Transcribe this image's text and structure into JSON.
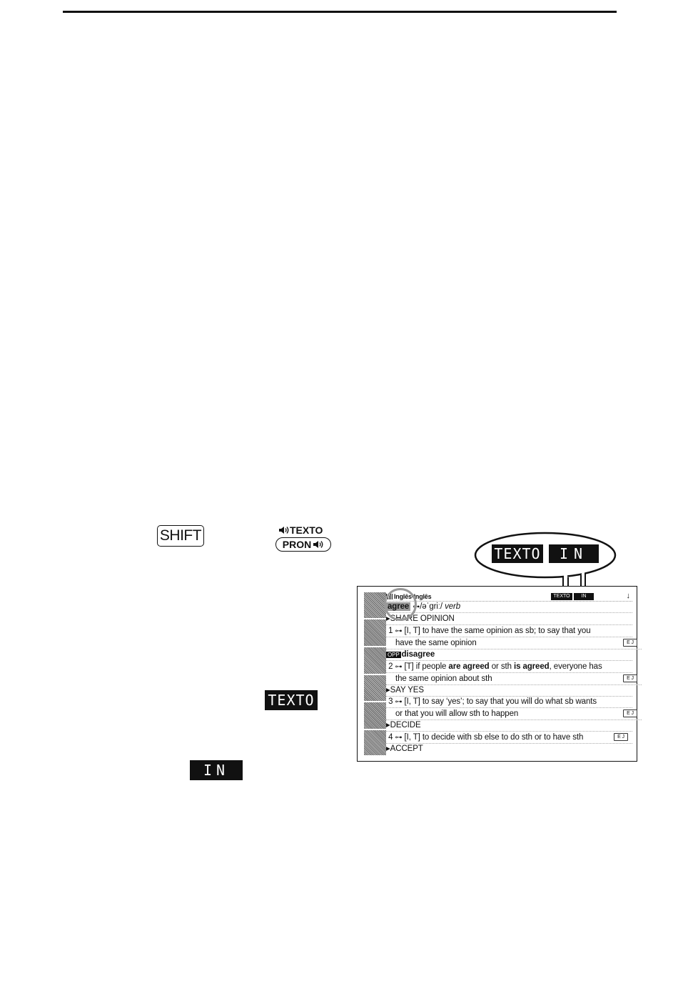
{
  "keys": {
    "shift": "SHIFT",
    "texto_top": "TEXTO",
    "pron": "PRON"
  },
  "badges": {
    "texto": "TEXTO",
    "in": "IN"
  },
  "callout": {
    "texto": "TEXTO",
    "in": "IN"
  },
  "screen": {
    "header": {
      "title": "Inglês-Inglês",
      "texto_mini": "TEXTO",
      "in_mini": "IN",
      "arrow": "↓"
    },
    "headword": "agree",
    "pronunciation": "/əˈgriː/",
    "pos": "verb",
    "lines": {
      "sense_share": "▸SHARE OPINION",
      "def1_num": "1",
      "def1_a": "[I, T] to have the same opinion as sb; to say that you",
      "def1_b": "have the same opinion",
      "opp_label": "OPP",
      "opp_word": "disagree",
      "def2_num": "2",
      "def2_a1": "[T] if people ",
      "def2_bold1": "are agreed",
      "def2_a2": " or sth ",
      "def2_bold2": "is agreed",
      "def2_a3": ", everyone has",
      "def2_b": "the same opinion about sth",
      "sense_yes": "▸SAY YES",
      "def3_num": "3",
      "def3_a": "[I, T] to say ‘yes’; to say that you will do what sb wants",
      "def3_b": "or that you will allow sth to happen",
      "sense_decide": "▸DECIDE",
      "def4_num": "4",
      "def4_a": "[I, T] to decide with sb else to do sth or to have sth",
      "sense_accept": "▸ACCEPT",
      "ej": "E J"
    }
  }
}
